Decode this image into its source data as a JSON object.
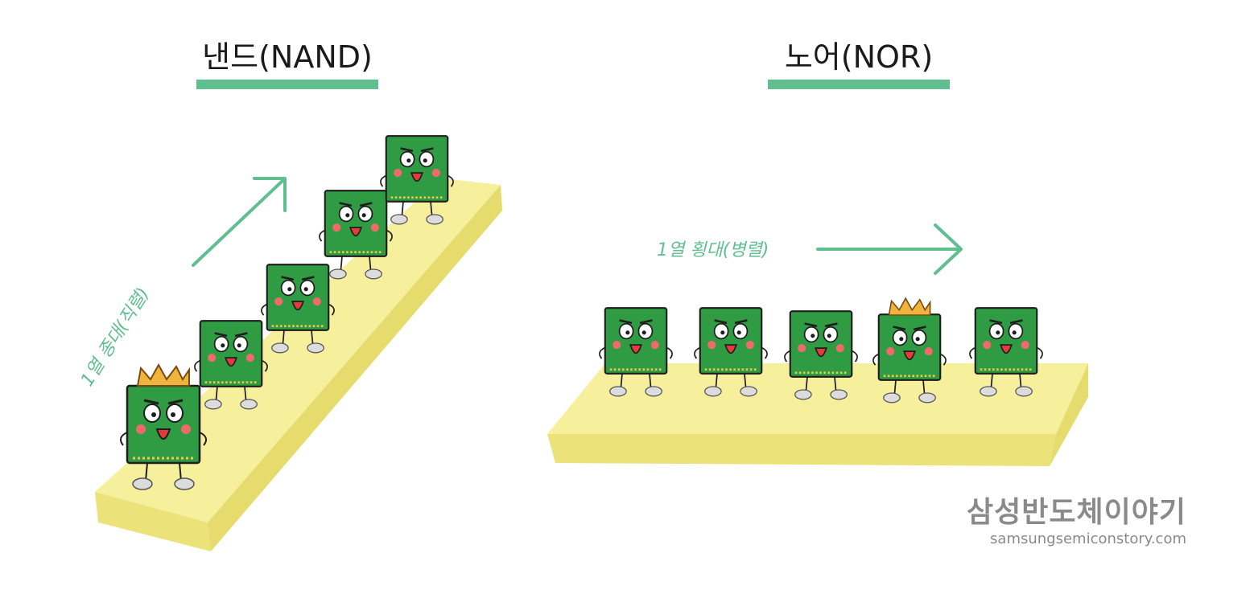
{
  "titles": {
    "nand": "낸드(NAND)",
    "nor": "노어(NOR)"
  },
  "annotations": {
    "nand_arrow": "1열 종대(직렬)",
    "nor_arrow": "1열 횡대(병렬)"
  },
  "brand": {
    "name": "삼성반도체이야기",
    "url": "samsungsemiconstory.com"
  },
  "colors": {
    "accent": "#5fbf8f",
    "chip": "#2f9b43",
    "platform_top": "#f6ef9c",
    "platform_side": "#ece27a",
    "crown": "#f0b43c",
    "brand_text": "#8a8a8a"
  }
}
